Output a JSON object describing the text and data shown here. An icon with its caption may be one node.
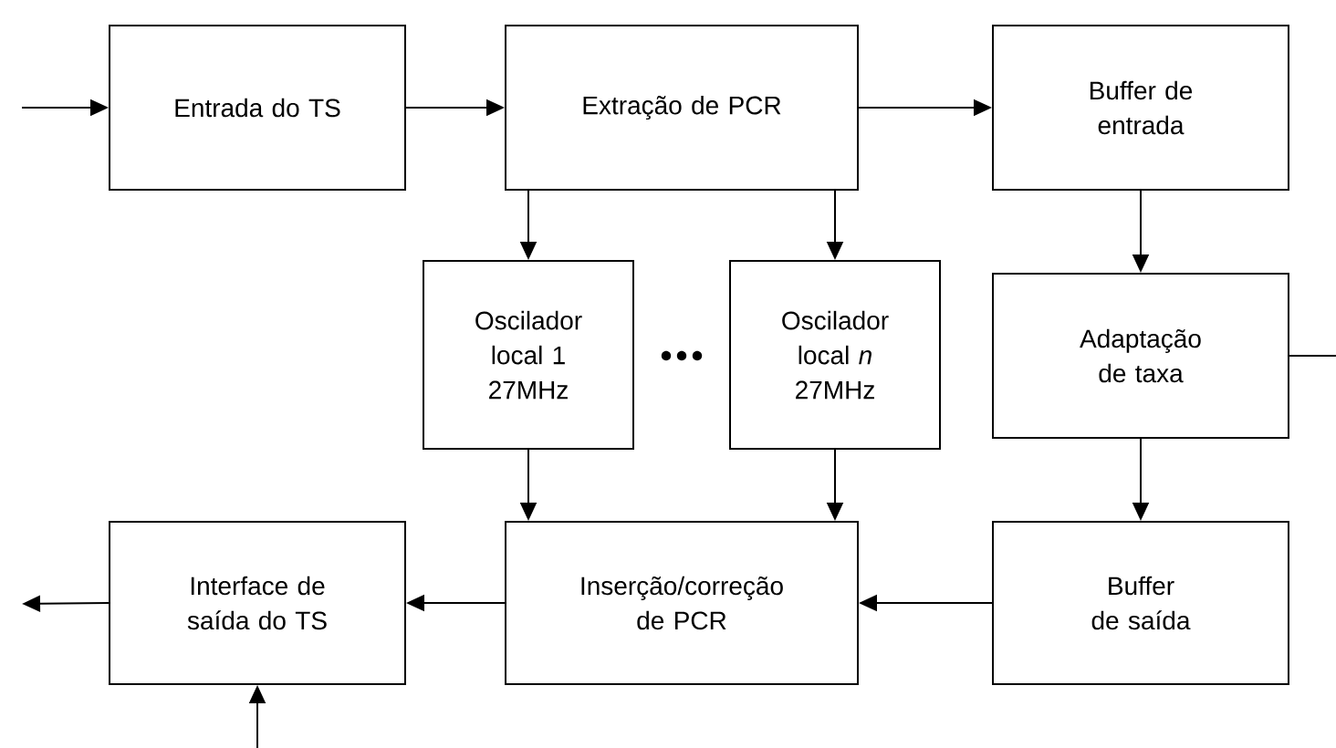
{
  "diagram": {
    "nodes": [
      {
        "text": [
          "Entrada do TS"
        ]
      },
      {
        "text": [
          "Extração de PCR"
        ]
      },
      {
        "text": [
          "Buffer de entrada"
        ]
      },
      {
        "text": [
          "Oscilador local 1 27MHz"
        ]
      },
      {
        "text": [
          "Oscilador local *n* 27MHz"
        ]
      },
      {
        "text": [
          "Adaptação de taxa"
        ]
      },
      {
        "text": [
          "Interface de saída do TS"
        ]
      },
      {
        "text": [
          "Inserção/correção de PCR"
        ]
      },
      {
        "text": [
          "Buffer de saída"
        ]
      }
    ],
    "edges": [
      {
        "from": null,
        "to": 0,
        "arrow": "to"
      },
      {
        "from": 0,
        "to": 1,
        "arrow": "to"
      },
      {
        "from": 1,
        "to": 2,
        "arrow": "to"
      },
      {
        "from": 1,
        "to": 3,
        "arrow": "to"
      },
      {
        "from": 1,
        "to": 4,
        "arrow": "to"
      },
      {
        "from": 2,
        "to": 5,
        "arrow": "to"
      },
      {
        "from": 3,
        "to": 7,
        "arrow": "to"
      },
      {
        "from": 4,
        "to": 7,
        "arrow": "to"
      },
      {
        "from": 5,
        "to": 8,
        "arrow": "to"
      },
      {
        "from": 8,
        "to": 7,
        "arrow": "to"
      },
      {
        "from": 7,
        "to": 6,
        "arrow": "to"
      },
      {
        "from": 6,
        "to": null,
        "arrow": "to"
      },
      {
        "from": null,
        "to": 6,
        "arrow": "to"
      },
      {
        "from": 5,
        "to": null,
        "arrow": "none"
      }
    ]
  }
}
